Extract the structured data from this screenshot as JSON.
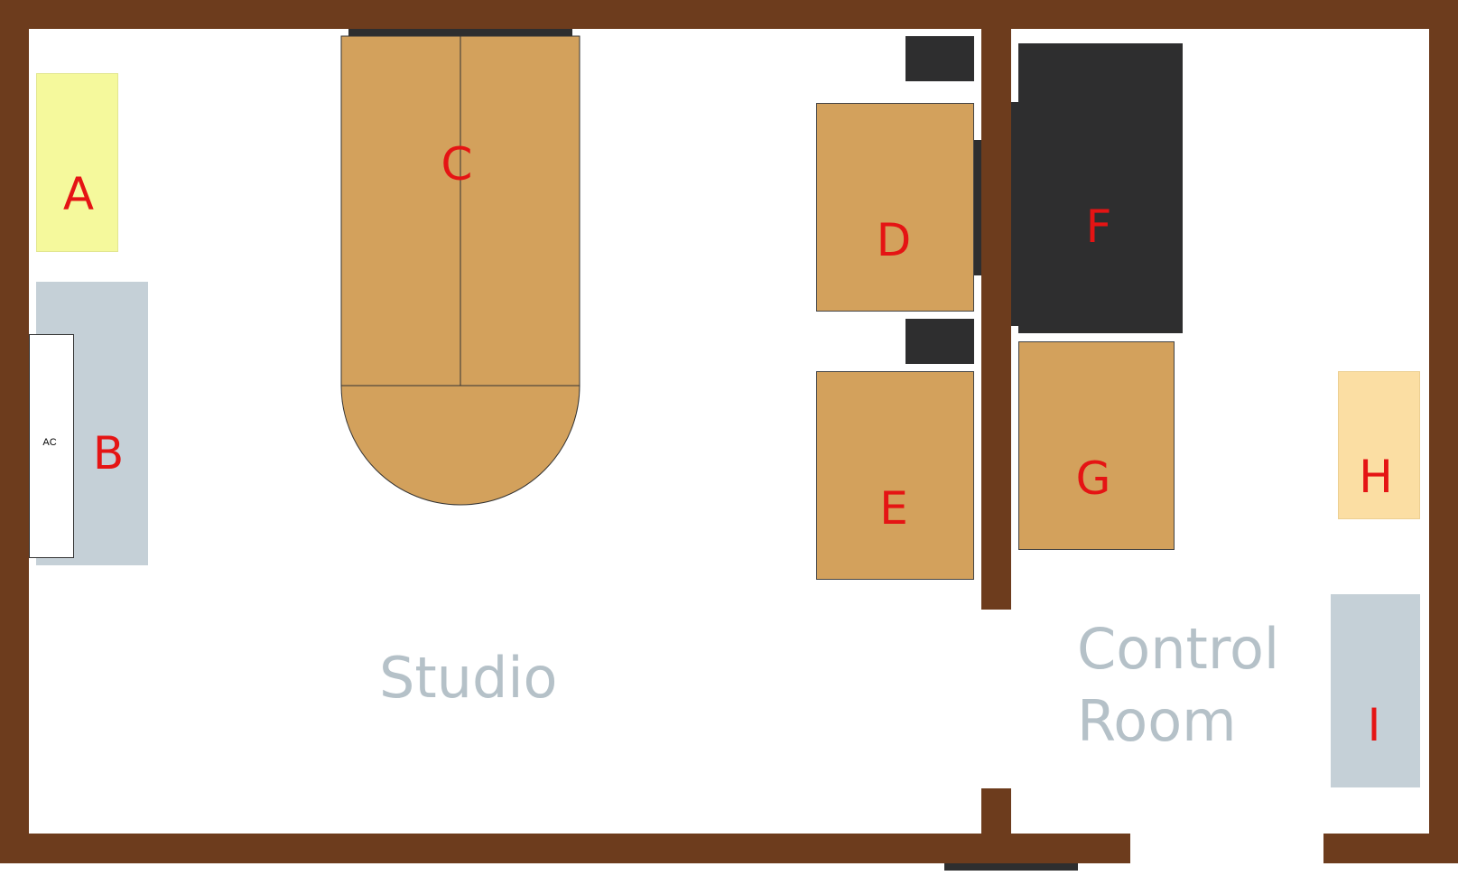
{
  "colors": {
    "wall": "#6d3c1d",
    "wood": "#d3a15c",
    "dark": "#2e2e2f",
    "yellow": "#f5f99c",
    "peach": "#fbdea3",
    "grey": "#c5d0d7",
    "label": "#e51414",
    "room_label": "#b5c1c8"
  },
  "rooms": {
    "studio": "Studio",
    "control_line1": "Control",
    "control_line2": "Room"
  },
  "items": {
    "a": "A",
    "b": "B",
    "ac": "AC",
    "c": "C",
    "d": "D",
    "e": "E",
    "f": "F",
    "g": "G",
    "h": "H",
    "i": "I"
  }
}
